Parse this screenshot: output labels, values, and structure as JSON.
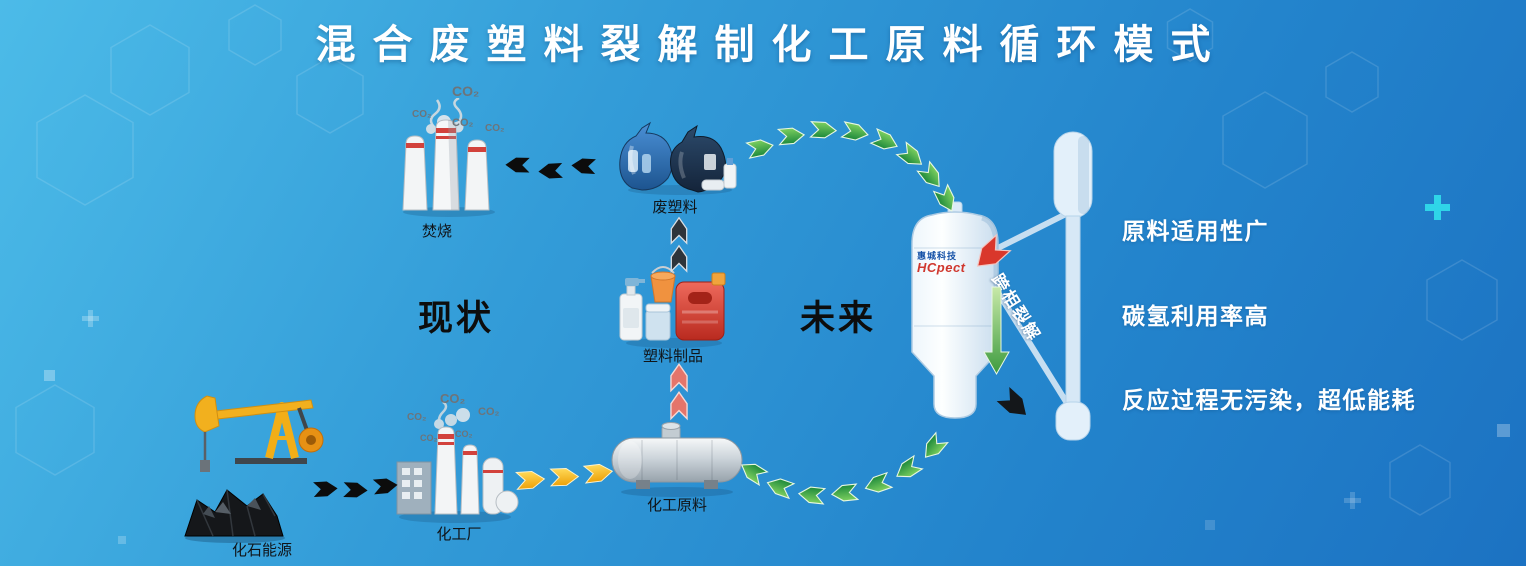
{
  "title": "混合废塑料裂解制化工原料循环模式",
  "status": {
    "current": "现状",
    "future": "未来"
  },
  "nodes": {
    "incineration": {
      "label": "焚烧"
    },
    "waste_plastic": {
      "label": "废塑料"
    },
    "plastic_products": {
      "label": "塑料制品"
    },
    "chemical_feedstock": {
      "label": "化工原料"
    },
    "fossil_energy": {
      "label": "化石能源"
    },
    "chemical_plant": {
      "label": "化工厂"
    }
  },
  "reactor": {
    "process_label": "跨相裂解",
    "logo_cn": "惠城科技",
    "logo_en": "HCpect"
  },
  "features": [
    {
      "text": "原料适用性广"
    },
    {
      "text": "碳氢利用率高"
    },
    {
      "text": "反应过程无污染，超低能耗"
    }
  ],
  "emission_label": "CO₂",
  "colors": {
    "background_top": "#4cbbe8",
    "background_bottom": "#1c72c2",
    "accent_green": "#2f9e44",
    "accent_yellow": "#f5b80e",
    "accent_red": "#d9372b",
    "arrow_salmon": "#e4756b"
  }
}
